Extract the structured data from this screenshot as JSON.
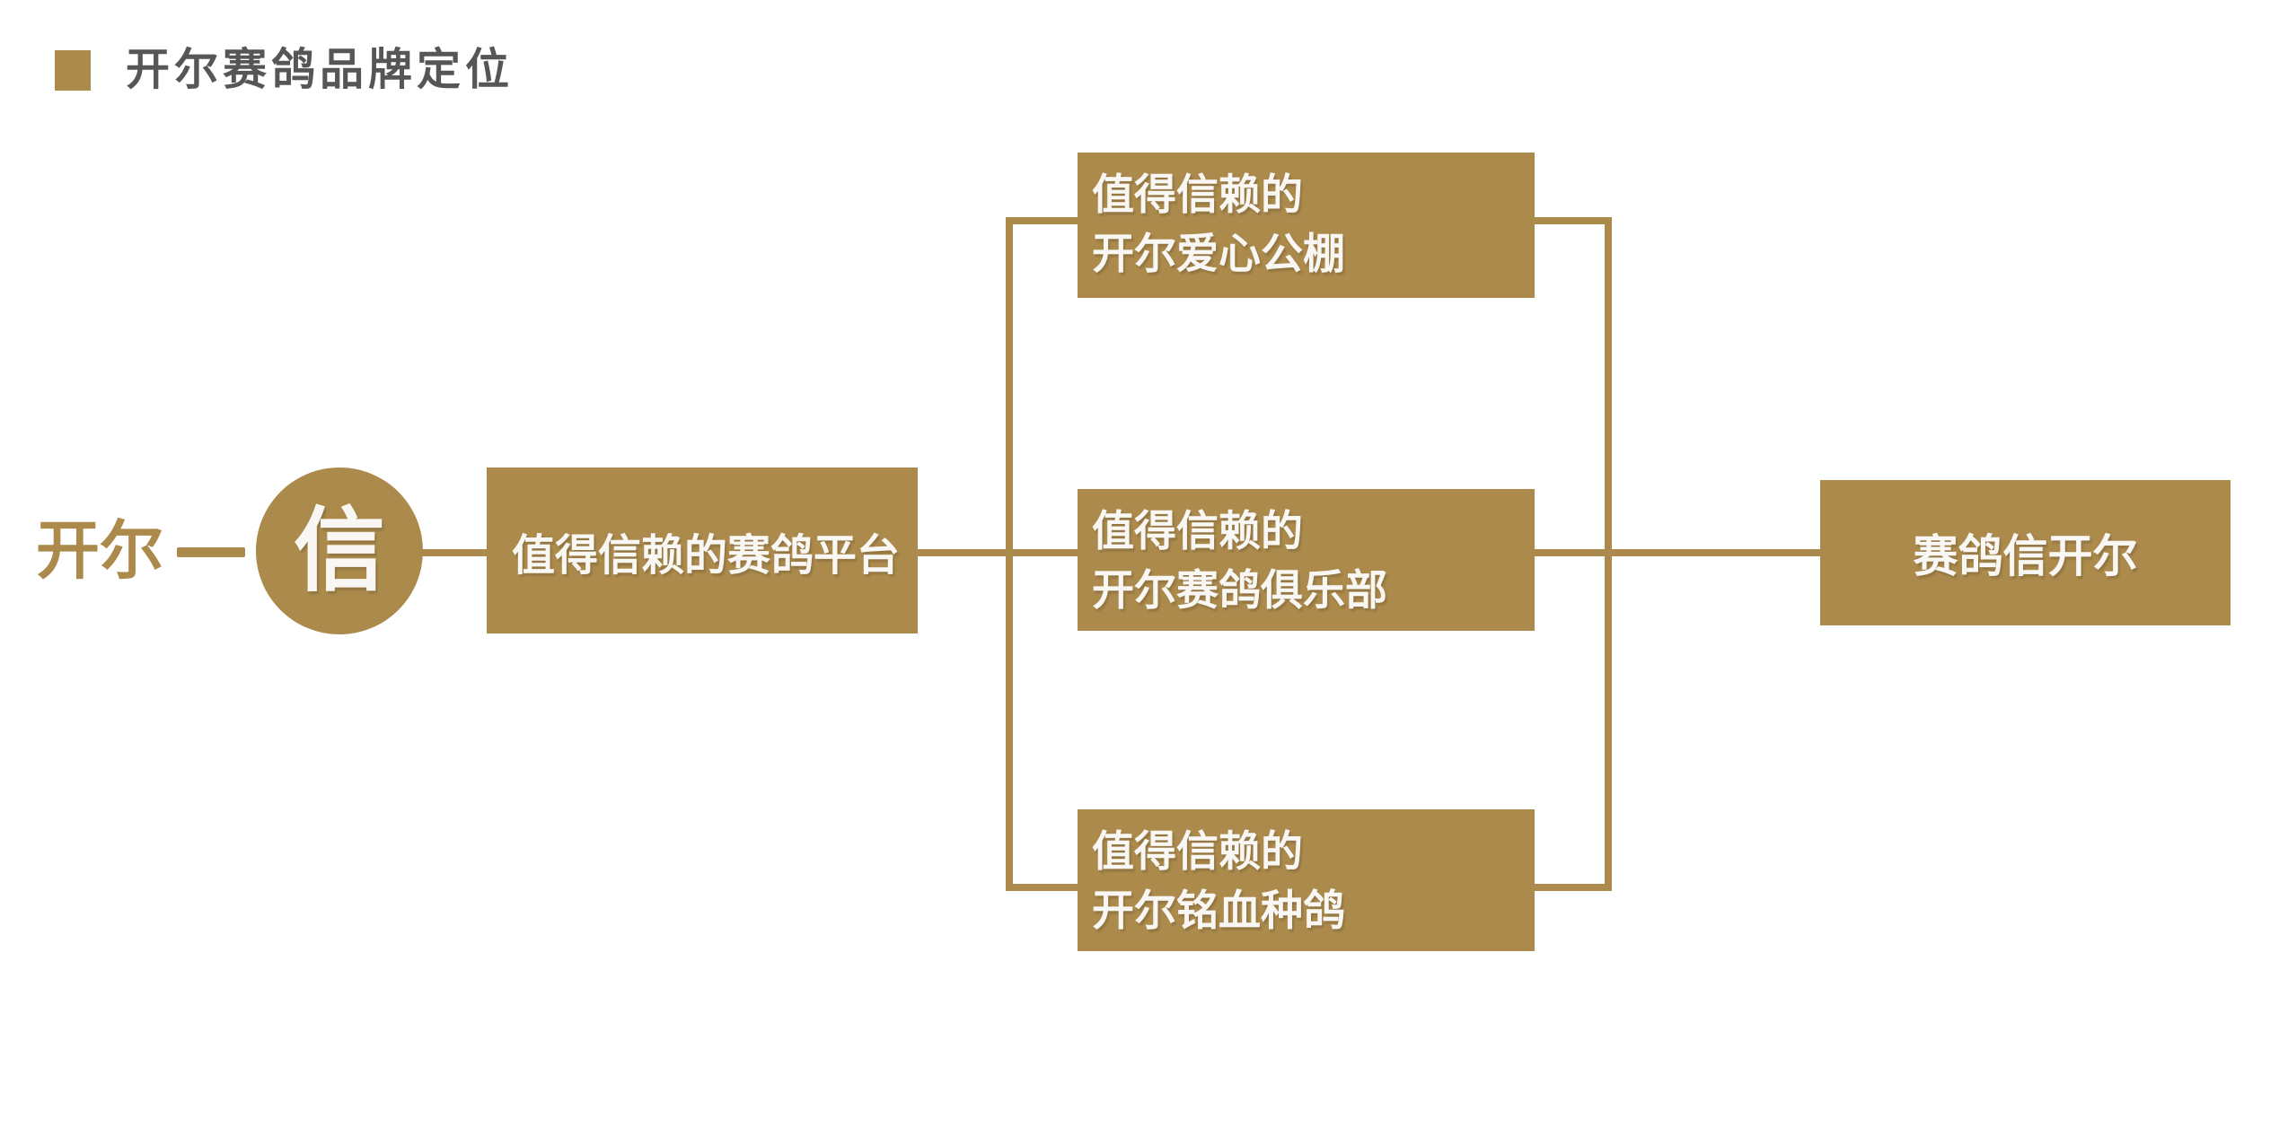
{
  "header": {
    "title": "开尔赛鸽品牌定位"
  },
  "colors": {
    "gold": "#AC8A4C",
    "gray": "#575654",
    "white": "#F9F7F4"
  },
  "left": {
    "brand": "开尔",
    "core_value": "信"
  },
  "platform_box": {
    "label": "值得信赖的赛鸽平台"
  },
  "branches": [
    {
      "line1": "值得信赖的",
      "line2": "开尔爱心公棚"
    },
    {
      "line1": "值得信赖的",
      "line2": "开尔赛鸽俱乐部"
    },
    {
      "line1": "值得信赖的",
      "line2": "开尔铭血种鸽"
    }
  ],
  "result_box": {
    "label": "赛鸽信开尔"
  }
}
